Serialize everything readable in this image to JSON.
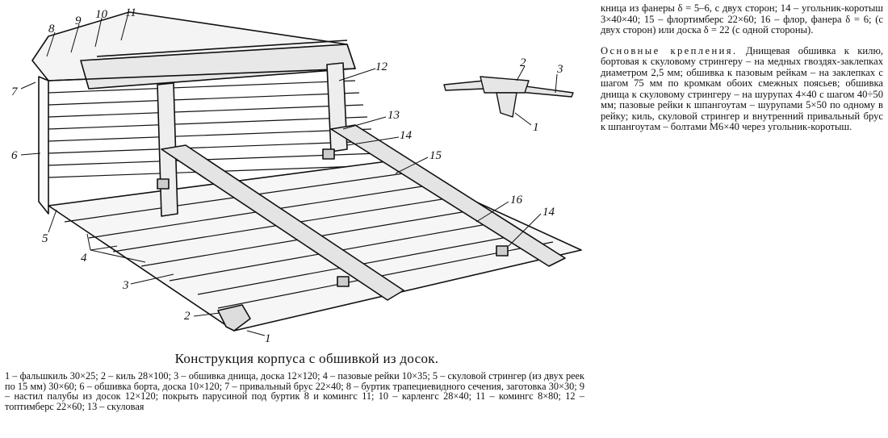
{
  "drawing": {
    "labels": {
      "l1": "1",
      "l2": "2",
      "l3": "3",
      "l4": "4",
      "l5": "5",
      "l6": "6",
      "l7": "7",
      "l8": "8",
      "l9": "9",
      "l10": "10",
      "l11": "11",
      "l12": "12",
      "l13": "13",
      "l14a": "14",
      "l14b": "14",
      "l15": "15",
      "l16": "16"
    }
  },
  "detail": {
    "labels": {
      "d1": "1",
      "d2": "2",
      "d3": "3"
    }
  },
  "caption": "Конструкция корпуса с обшивкой из досок.",
  "legend": "1 – фальшкиль 30×25; 2 – киль 28×100; 3 – обшивка днища, доска 12×120; 4 – пазовые рейки 10×35; 5 – скуловой стрингер (из двух реек по 15 мм) 30×60; 6 – обшивка борта, доска 10×120; 7 – привальный брус 22×40; 8 – буртик трапециевидного сечения, заготовка 30×30; 9 – настил палубы из досок 12×120; покрыть парусиной под буртик 8 и комингс 11; 10 – карленгс 28×40; 11 – комингс 8×80; 12 – топтимберс 22×60; 13 – скуловая",
  "right_col": {
    "p1": "кница из фанеры δ = 5–6, с двух сторон; 14 – угольник-коротыш 3×40×40; 15 – флортимберс 22×60; 16 – флор, фанера δ = 6; (с двух сторон) или доска δ = 22 (с одной стороны).",
    "p2_head": "Основные крепления.",
    "p2_body": "Днищевая обшивка к килю, бортовая к скуловому стрингеру – на медных гвоздях-заклепках диаметром 2,5 мм; обшивка к пазовым рейкам – на заклепках с шагом 75 мм по кромкам обоих смежных поясьев; обшивка днища к скуловому стрингеру – на шурупах 4×40 с шагом 40÷50 мм; пазовые рейки к шпангоутам – шурупами 5×50 по одному в рейку; киль, скуловой стрингер и внутренний привальный брус к шпангоутам – болтами М6×40 через угольник-коротыш."
  }
}
